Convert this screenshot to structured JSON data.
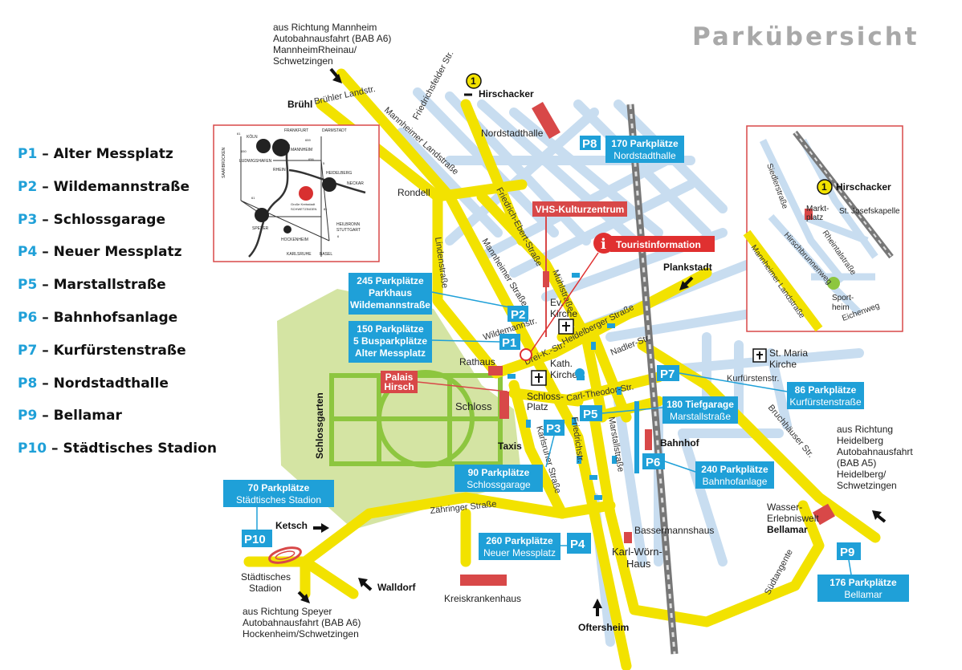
{
  "title": "Parkübersicht",
  "legend": [
    {
      "code": "P1",
      "name": "Alter Messplatz"
    },
    {
      "code": "P2",
      "name": "Wildemannstraße"
    },
    {
      "code": "P3",
      "name": "Schlossgarage"
    },
    {
      "code": "P4",
      "name": "Neuer Messplatz"
    },
    {
      "code": "P5",
      "name": "Marstallstraße"
    },
    {
      "code": "P6",
      "name": "Bahnhofsanlage"
    },
    {
      "code": "P7",
      "name": "Kurfürstenstraße"
    },
    {
      "code": "P8",
      "name": "Nordstadthalle"
    },
    {
      "code": "P9",
      "name": "Bellamar"
    },
    {
      "code": "P10",
      "name": "Städtisches Stadion"
    }
  ],
  "legend_sep": " – ",
  "colors": {
    "accent": "#1fa0d8",
    "road": "#f2e200",
    "street": "#c8ddf0",
    "park": "#d4e4a3",
    "red": "#e03030",
    "building": "#d84848"
  },
  "parking": {
    "p1": {
      "code": "P1",
      "lines": [
        "150 Parkplätze",
        "5 Busparkplätze",
        "Alter Messplatz"
      ]
    },
    "p2": {
      "code": "P2",
      "lines": [
        "245 Parkplätze",
        "Parkhaus",
        "Wildemannstraße"
      ]
    },
    "p3": {
      "code": "P3",
      "lines": [
        "90 Parkplätze",
        "Schlossgarage"
      ]
    },
    "p4": {
      "code": "P4",
      "lines": [
        "260 Parkplätze",
        "Neuer Messplatz"
      ]
    },
    "p5": {
      "code": "P5",
      "lines": [
        "180 Tiefgarage",
        "Marstallstraße"
      ]
    },
    "p6": {
      "code": "P6",
      "lines": [
        "240 Parkplätze",
        "Bahnhofanlage"
      ]
    },
    "p7": {
      "code": "P7",
      "lines": [
        "86 Parkplätze",
        "Kurfürstenstraße"
      ]
    },
    "p8": {
      "code": "P8",
      "lines": [
        "170 Parkplätze",
        "Nordstadthalle"
      ]
    },
    "p9": {
      "code": "P9",
      "lines": [
        "176 Parkplätze",
        "Bellamar"
      ]
    },
    "p10": {
      "code": "P10",
      "lines": [
        "70 Parkplätze",
        "Städtisches Stadion"
      ]
    }
  },
  "directions": {
    "mannheim": [
      "aus Richtung Mannheim",
      "Autobahnausfahrt (BAB A6)",
      "MannheimRheinau/",
      "Schwetzingen"
    ],
    "heidelberg": [
      "aus Richtung",
      "Heidelberg",
      "Autobahnausfahrt",
      "(BAB A5)",
      "Heidelberg/",
      "Schwetzingen"
    ],
    "speyer": [
      "aus Richtung Speyer",
      "Autobahnausfahrt (BAB A6)",
      "Hockenheim/Schwetzingen"
    ]
  },
  "places": {
    "bruehl": "Brühl",
    "hirschacker": "Hirschacker",
    "hirschacker_no": "1",
    "nordstadthalle": "Nordstadthalle",
    "rondell": "Rondell",
    "vhs": "VHS-Kulturzentrum",
    "touristinfo": "Touristinformation",
    "info_i": "i",
    "plankstadt": "Plankstadt",
    "ev_kirche": [
      "Ev.",
      "Kirche"
    ],
    "kath_kirche": [
      "Kath.",
      "Kirche"
    ],
    "st_maria": [
      "St. Maria",
      "Kirche"
    ],
    "rathaus": "Rathaus",
    "palais": [
      "Palais",
      "Hirsch"
    ],
    "schloss": "Schloss",
    "schlossgarten": "Schlossgarten",
    "schlossplatz": [
      "Schloss-",
      "Platz"
    ],
    "taxis": "Taxis",
    "bahnhof": "Bahnhof",
    "ketsch": "Ketsch",
    "walldorf": "Walldorf",
    "stadion": [
      "Städtisches",
      "Stadion"
    ],
    "kreiskrankenhaus": "Kreiskrankenhaus",
    "bassermannhaus": "Bassermannshaus",
    "karl_woern": [
      "Karl-Wörn-",
      "Haus"
    ],
    "oftersheim": "Oftersheim",
    "wasser": [
      "Wasser-",
      "Erlebniswelt"
    ],
    "bellamar": "Bellamar"
  },
  "streets": {
    "bruehler": "Brühler Landstr.",
    "mannheimer_landstr": "Mannheimer Landstraße",
    "friedrichsfelder": "Friedrichsfelder Str.",
    "friedrich_ebert": "Friedrich-Ebert-Straße",
    "mannheimer_str": "Mannheimer Straße",
    "linden": "Lindenstraße",
    "muehl": "Mühlstraße",
    "heidelberger": "Heidelberger Straße",
    "dreik": "Drei-K.-Str.",
    "wildemann": "Wildemannstr.",
    "nadler": "Nadler-Str.",
    "carl_theodor": "Carl-Theodor-Str.",
    "kurfuersten": "Kurfürstenstr.",
    "bruchhaeuser": "Bruchhäuser Str.",
    "friedrich": "Friedrichstr.",
    "marstall": "Marstallstraße",
    "karlsruher": "Karlsruher Straße",
    "zaehringer": "Zähringer Straße",
    "suedtangente": "Südtangente"
  },
  "inset": {
    "hirschacker": "Hirschacker",
    "hirschacker_no": "1",
    "marktplatz": [
      "Markt-",
      "platz"
    ],
    "st_josef": "St. Josefskapelle",
    "siedler": "Siedlerstraße",
    "rhein": "Rheintalstraße",
    "hirschbrunnen": "Hirschbrunnenweg",
    "mannheimer": "Mannheimer Landstraße",
    "sportheim": [
      "Sport-",
      "heim"
    ],
    "eichen": "Eichenweg"
  },
  "region": {
    "koeln": "KÖLN",
    "frankfurt": "FRANKFURT",
    "darmstadt": "DARMSTADT",
    "ludwigshafen": "LUDWIGSHAFEN",
    "mannheim": "MANNHEIM",
    "saarbruecken": "SAARBRÜCKEN",
    "rhein": "RHEIN",
    "heidelberg": "HEIDELBERG",
    "neckar": "NECKAR",
    "schwetzingen": [
      "Große Kreisstadt",
      "SCHWETZINGEN"
    ],
    "speyer": "SPEYER",
    "hockenheim": "HOCKENHEIM",
    "heilbronn": [
      "HEILBRONN",
      "STUTTGART"
    ],
    "karlsruhe": "KARLSRUHE",
    "basel": "BASEL",
    "n61a": "61",
    "n61b": "61",
    "n650": "650",
    "n659": "659",
    "n656": "656",
    "n5": "5",
    "n6": "6",
    "n81": "81"
  }
}
